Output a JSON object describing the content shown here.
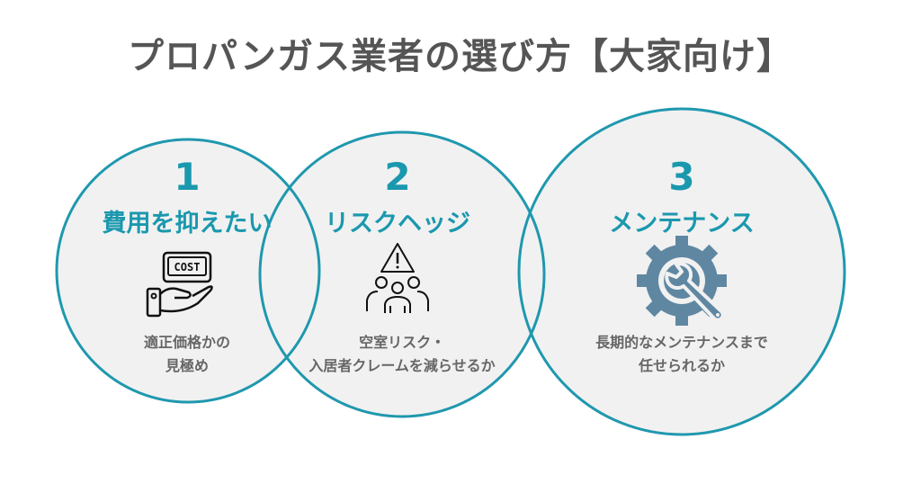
{
  "title": "プロパンガス業者の選び方【大家向け】",
  "colors": {
    "accent": "#1a98ae",
    "circle_fill": "#f1f1f1",
    "text": "#666666",
    "gear": "#5f87a2"
  },
  "items": [
    {
      "number": "1",
      "heading": "費用を抑えたい",
      "icon": "cost-hand-icon",
      "icon_text": "COST",
      "desc_lines": [
        "適正価格かの",
        "見極め"
      ]
    },
    {
      "number": "2",
      "heading": "リスクヘッジ",
      "icon": "warning-people-icon",
      "desc_lines": [
        "空室リスク・",
        "入居者クレームを減らせるか"
      ]
    },
    {
      "number": "3",
      "heading": "メンテナンス",
      "icon": "gear-wrench-icon",
      "desc_lines": [
        "長期的なメンテナンスまで",
        "任せられるか"
      ]
    }
  ]
}
